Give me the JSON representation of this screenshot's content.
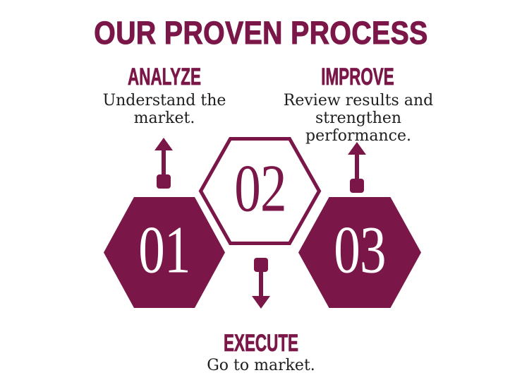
{
  "title": "OUR PROVEN PROCESS",
  "colors": {
    "accent": "#7b1748",
    "body_text": "#1e1e1e",
    "background": "#ffffff"
  },
  "steps": [
    {
      "number": "01",
      "label": "ANALYZE",
      "description": "Understand the\nmarket.",
      "hexagon_style": "filled",
      "arrow_direction": "up"
    },
    {
      "number": "02",
      "label": "EXECUTE",
      "description": "Go to market.",
      "hexagon_style": "outlined",
      "arrow_direction": "down"
    },
    {
      "number": "03",
      "label": "IMPROVE",
      "description": "Review results and\nstrengthen\nperformance.",
      "hexagon_style": "filled",
      "arrow_direction": "up"
    }
  ]
}
